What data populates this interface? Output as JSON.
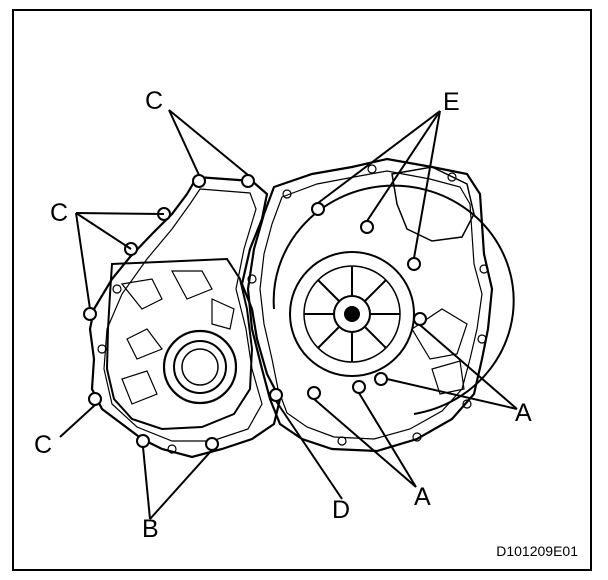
{
  "figure": {
    "id_text": "D101209E01",
    "subject": "transaxle case bolt locations"
  },
  "callouts": {
    "a_right": "A",
    "a_bottom": "A",
    "b": "B",
    "c_top": "C",
    "c_mid": "C",
    "c_low": "C",
    "d": "D",
    "e": "E"
  },
  "colors": {
    "line": "#000000",
    "background": "#ffffff"
  }
}
